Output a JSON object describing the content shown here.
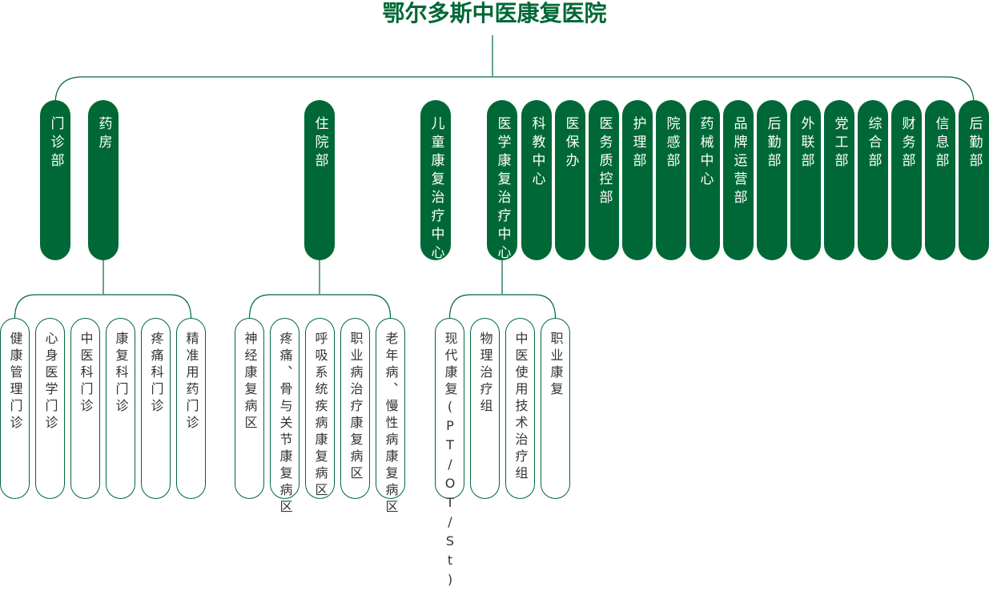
{
  "title": "鄂尔多斯中医康复医院",
  "colors": {
    "accent": "#006837",
    "text_dark": "#333333",
    "background": "#ffffff"
  },
  "departments": [
    {
      "id": "outpatient",
      "label": "门诊部"
    },
    {
      "id": "pharmacy",
      "label": "药房"
    },
    {
      "id": "inpatient",
      "label": "住院部"
    },
    {
      "id": "pediatric",
      "label": "儿童康复治疗中心"
    },
    {
      "id": "rehab-center",
      "label": "医学康复治疗中心"
    },
    {
      "id": "research",
      "label": "科教中心"
    },
    {
      "id": "insurance",
      "label": "医保办"
    },
    {
      "id": "quality",
      "label": "医务质控部"
    },
    {
      "id": "nursing",
      "label": "护理部"
    },
    {
      "id": "infection",
      "label": "院感部"
    },
    {
      "id": "equipment",
      "label": "药械中心"
    },
    {
      "id": "brand",
      "label": "品牌运营部"
    },
    {
      "id": "logistics",
      "label": "后勤部"
    },
    {
      "id": "external",
      "label": "外联部"
    },
    {
      "id": "party",
      "label": "党工部"
    },
    {
      "id": "general",
      "label": "综合部"
    },
    {
      "id": "finance",
      "label": "财务部"
    },
    {
      "id": "info",
      "label": "信息部"
    },
    {
      "id": "logistics-2",
      "label": "后勤部"
    }
  ],
  "clinics": [
    {
      "label": "健康管理门诊"
    },
    {
      "label": "心身医学门诊"
    },
    {
      "label": "中医科门诊"
    },
    {
      "label": "康复科门诊"
    },
    {
      "label": "疼痛科门诊"
    },
    {
      "label": "精准用药门诊"
    }
  ],
  "wards": [
    {
      "label": "神经康复病区"
    },
    {
      "label": "疼痛、骨与关节康复病区"
    },
    {
      "label": "呼吸系统疾病康复病区"
    },
    {
      "label": "职业病治疗康复病区"
    },
    {
      "label": "老年病、慢性病康复病区"
    }
  ],
  "therapy_groups": [
    {
      "label": "现代康复(PT/OT/St)"
    },
    {
      "label": "物理治疗组"
    },
    {
      "label": "中医使用技术治疗组"
    },
    {
      "label": "职业康复"
    }
  ]
}
